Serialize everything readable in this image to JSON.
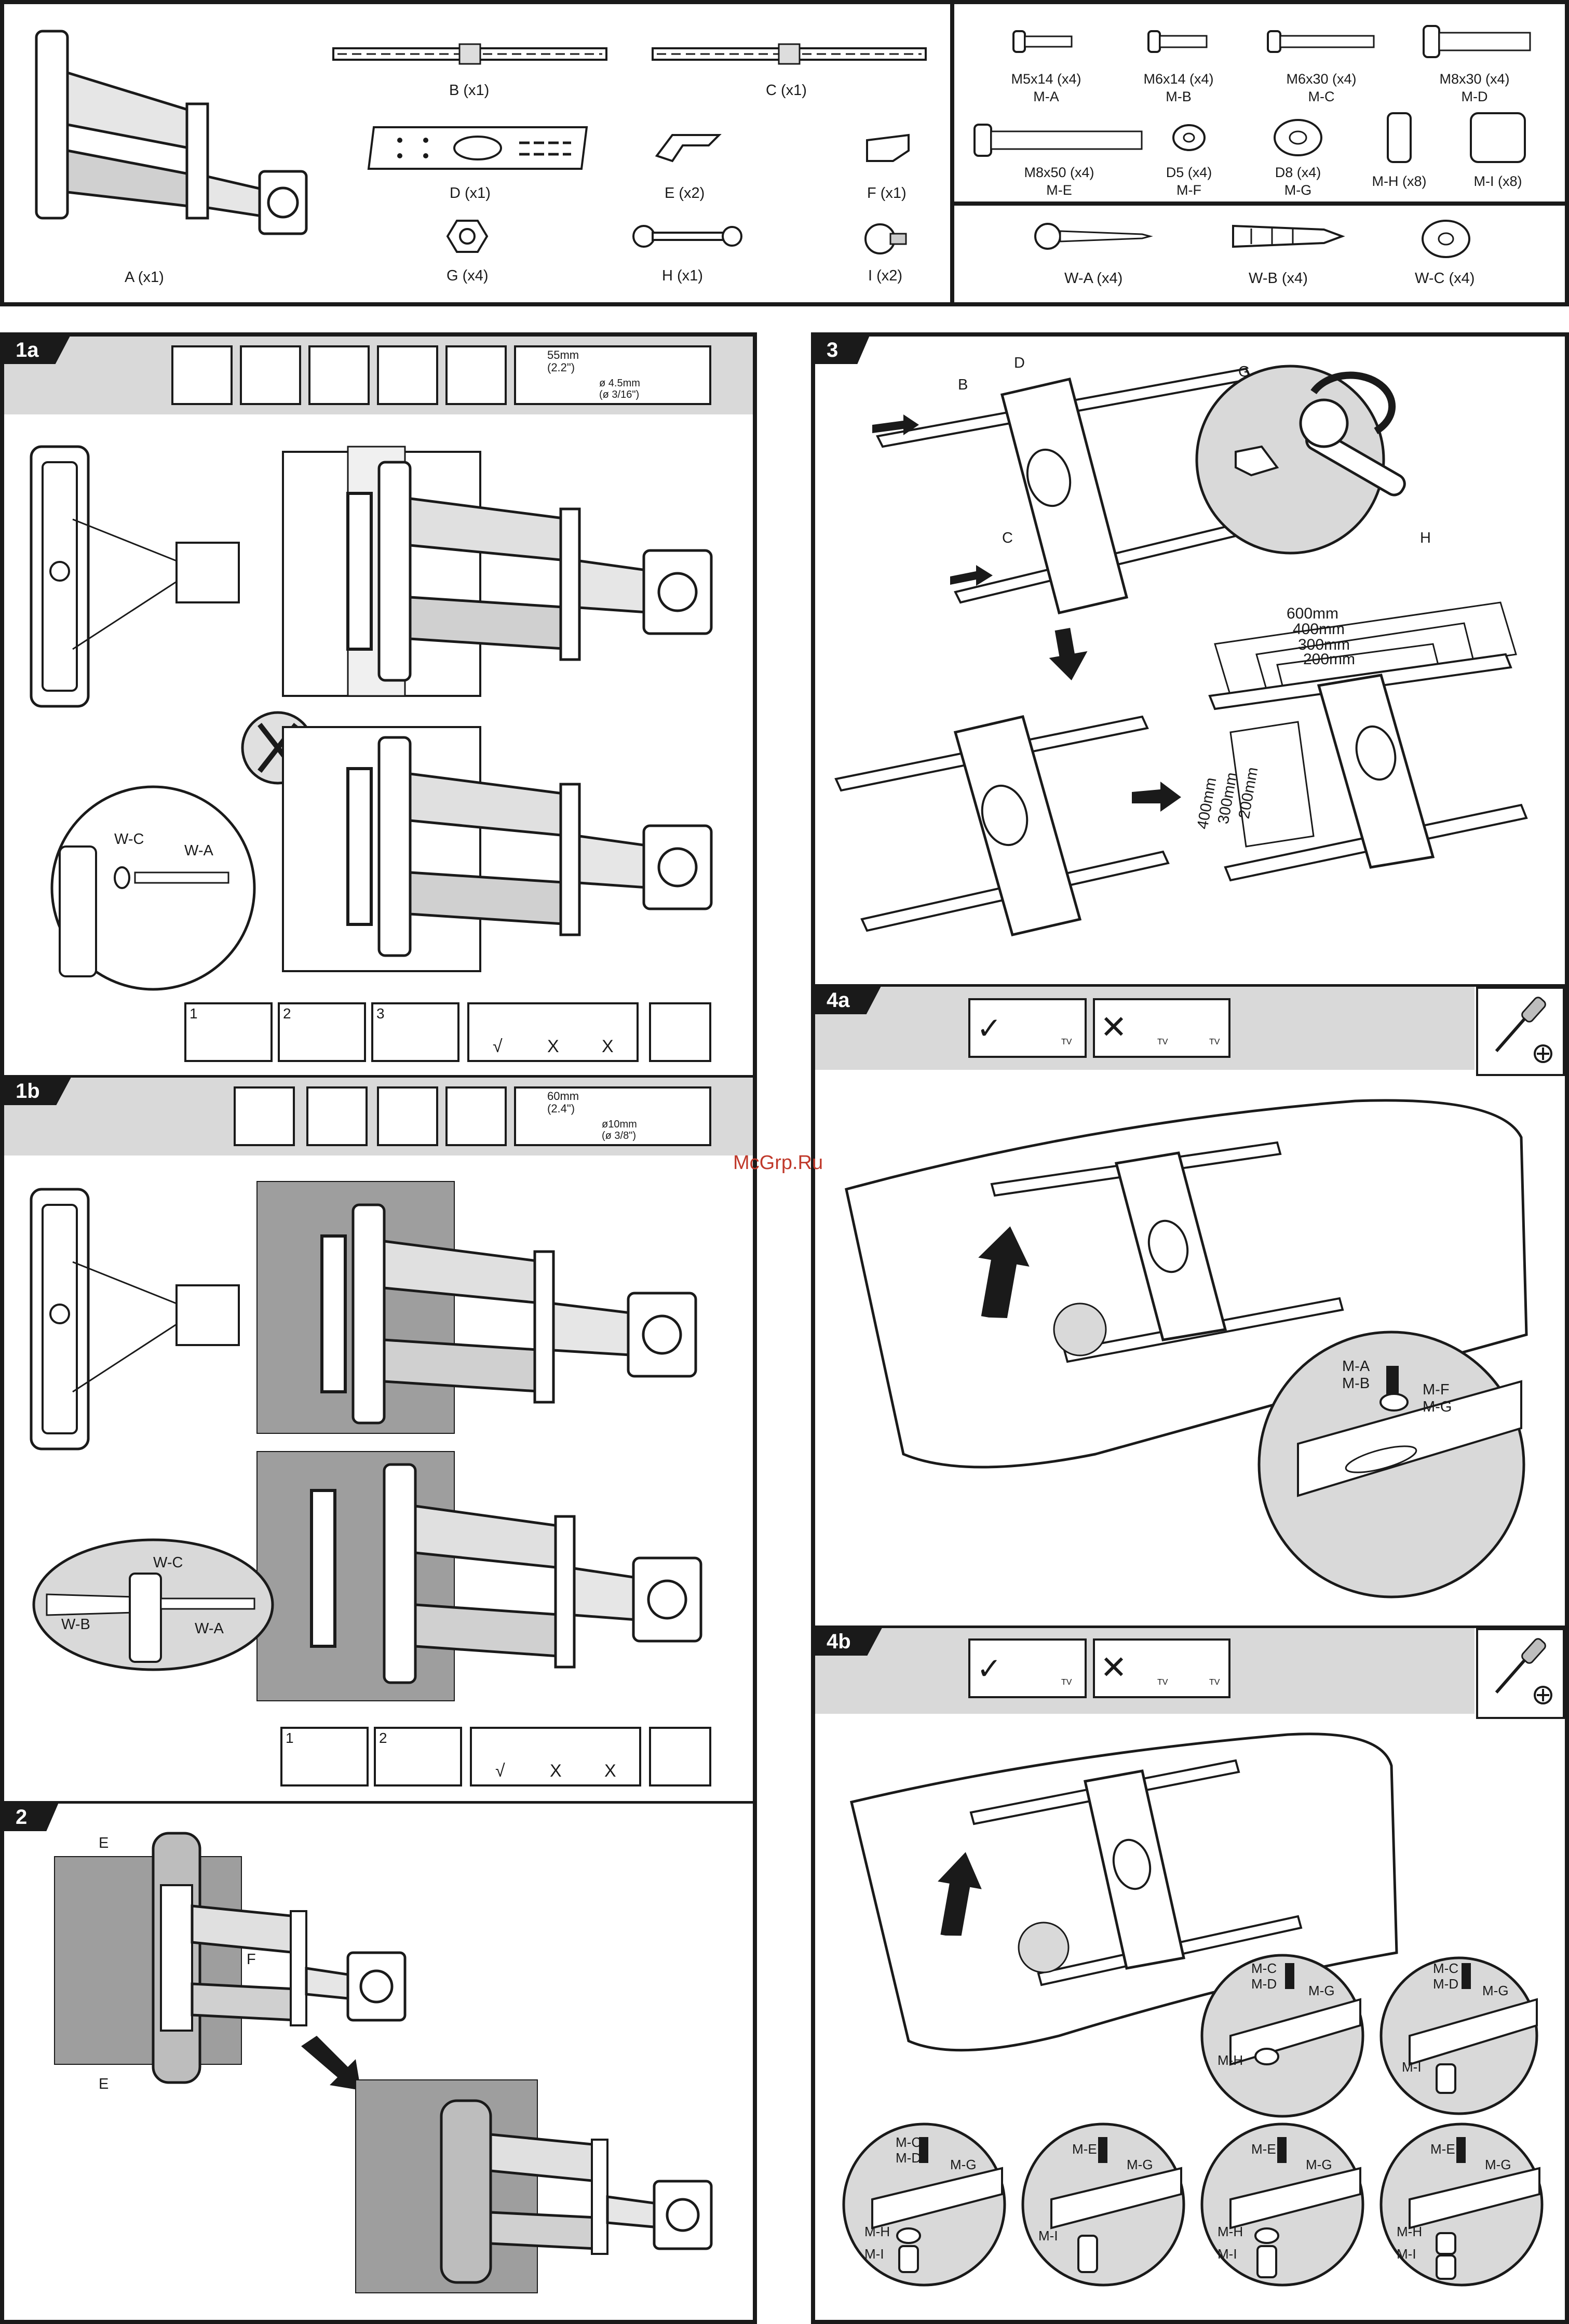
{
  "parts": {
    "A": "A (x1)",
    "B": "B (x1)",
    "C": "C (x1)",
    "D": "D (x1)",
    "E": "E (x2)",
    "F": "F (x1)",
    "G": "G (x4)",
    "H": "H (x1)",
    "I": "I (x2)"
  },
  "hardware": [
    {
      "size": "M5x14 (x4)",
      "code": "M-A"
    },
    {
      "size": "M6x14 (x4)",
      "code": "M-B"
    },
    {
      "size": "M6x30 (x4)",
      "code": "M-C"
    },
    {
      "size": "M8x30 (x4)",
      "code": "M-D"
    },
    {
      "size": "M8x50 (x4)",
      "code": "M-E"
    },
    {
      "size": "D5 (x4)",
      "code": "M-F"
    },
    {
      "size": "D8 (x4)",
      "code": "M-G"
    },
    {
      "size": "M-H (x8)",
      "code": ""
    },
    {
      "size": "M-I (x8)",
      "code": ""
    }
  ],
  "wall_hardware": [
    "W-A (x4)",
    "W-B (x4)",
    "W-C (x4)"
  ],
  "steps": {
    "s1a": {
      "tag": "1a",
      "drill": {
        "depth": "55mm",
        "depth_in": "(2.2\")",
        "bit": "ø 4.5mm",
        "bit_in": "(ø 3/16\")"
      },
      "callouts": [
        "W-C",
        "W-A"
      ],
      "substeps": [
        "1",
        "2",
        "3"
      ]
    },
    "s1b": {
      "tag": "1b",
      "drill": {
        "depth": "60mm",
        "depth_in": "(2.4\")",
        "bit": "ø10mm",
        "bit_in": "(ø 3/8\")"
      },
      "callouts": [
        "W-C",
        "W-B",
        "W-A"
      ],
      "substeps": [
        "1",
        "2"
      ]
    },
    "s2": {
      "tag": "2",
      "callouts": [
        "E",
        "F",
        "E"
      ]
    },
    "s3": {
      "tag": "3",
      "callouts": [
        "B",
        "D",
        "C",
        "G",
        "H"
      ],
      "vesa_h": [
        "600mm",
        "400mm",
        "300mm",
        "200mm"
      ],
      "vesa_v": [
        "400mm",
        "300mm",
        "200mm"
      ]
    },
    "s4a": {
      "tag": "4a",
      "callouts": [
        "M-A",
        "M-B",
        "M-F",
        "M-G"
      ],
      "tv": "TV"
    },
    "s4b": {
      "tag": "4b",
      "tv": "TV",
      "c1": [
        "M-C",
        "M-D",
        "M-G",
        "M-H"
      ],
      "c2": [
        "M-C",
        "M-D",
        "M-G",
        "M-I"
      ],
      "c3": [
        "M-C",
        "M-D",
        "M-G",
        "M-H",
        "M-I"
      ],
      "c4": [
        "M-E",
        "M-G",
        "M-I"
      ],
      "c5": [
        "M-E",
        "M-G",
        "M-H",
        "M-I"
      ],
      "c6": [
        "M-E",
        "M-G",
        "M-H",
        "M-I"
      ]
    }
  },
  "check_marks": [
    "√",
    "X",
    "X"
  ],
  "watermark": "McGrp.Ru"
}
